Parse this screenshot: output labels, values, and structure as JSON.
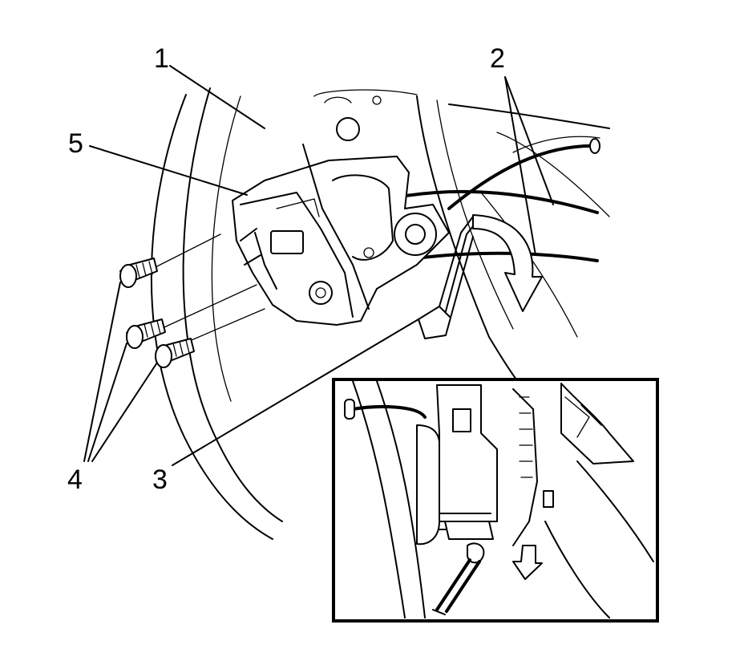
{
  "figure": {
    "callouts": [
      {
        "id": "1",
        "label": "1"
      },
      {
        "id": "2",
        "label": "2"
      },
      {
        "id": "3",
        "label": "3"
      },
      {
        "id": "4",
        "label": "4"
      },
      {
        "id": "5",
        "label": "5"
      }
    ],
    "inset": {
      "present": true
    },
    "colors": {
      "line": "#000000",
      "background": "#ffffff"
    }
  }
}
